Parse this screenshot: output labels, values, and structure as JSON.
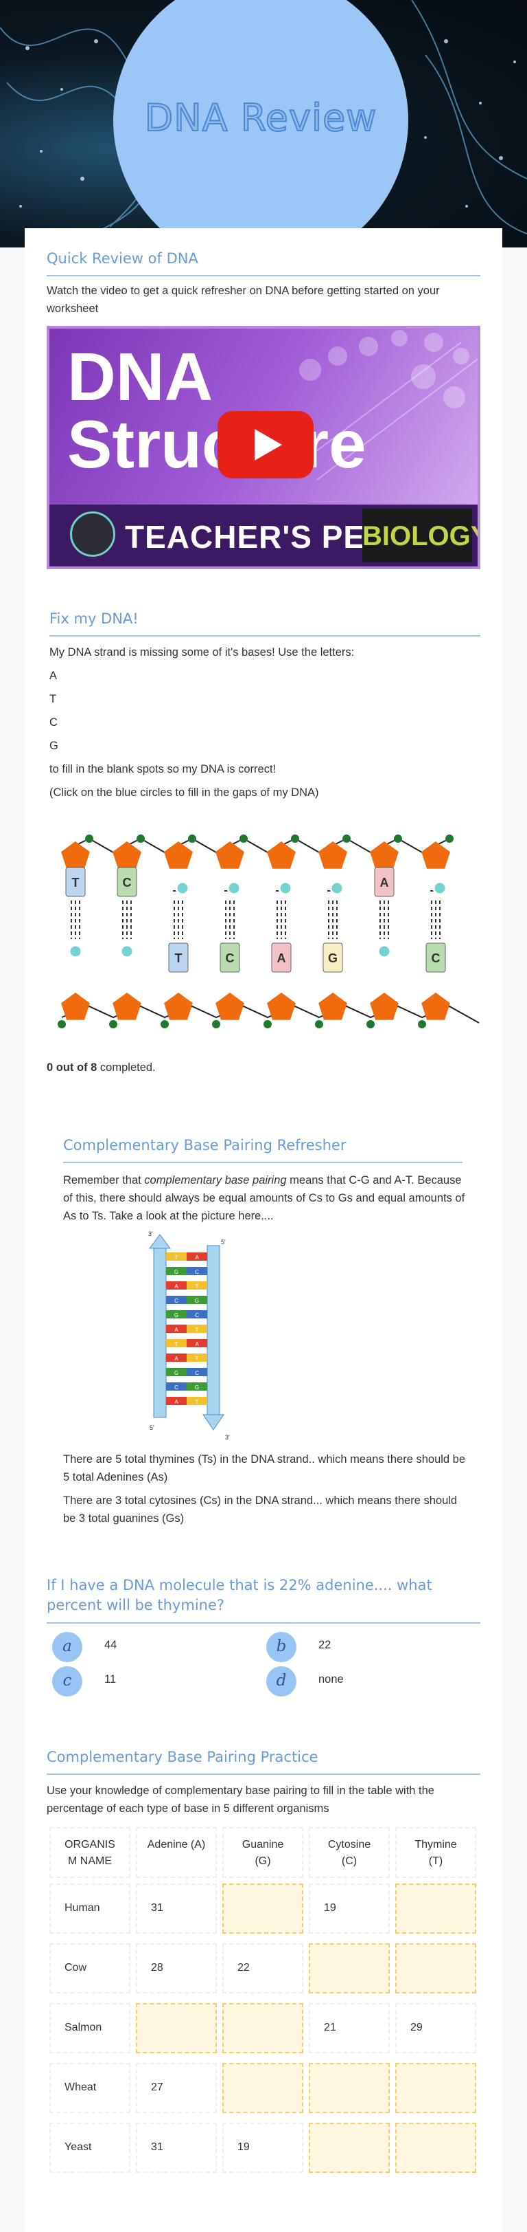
{
  "hero": {
    "title": "DNA Review"
  },
  "quick_review": {
    "title": "Quick Review of DNA",
    "instructions": "Watch the video to get a quick refresher on DNA before getting started on your worksheet",
    "video": {
      "line1": "DNA",
      "line2": "Structure",
      "channel": "TEACHER'S PET",
      "subject": "BIOLOGY"
    }
  },
  "fix_dna": {
    "title": "Fix my DNA!",
    "intro": "My DNA strand is missing some of it's bases! Use the letters:",
    "letters": [
      "A",
      "T",
      "C",
      "G"
    ],
    "outro1": "to fill in the blank spots so my DNA is correct!",
    "outro2": "(Click on the blue circles to fill in the gaps of my DNA)",
    "top_bases": [
      "T",
      "C",
      "",
      "",
      "",
      "",
      "A",
      ""
    ],
    "bottom_bases": [
      "",
      "",
      "T",
      "C",
      "A",
      "G",
      "",
      "C"
    ],
    "colors": {
      "sugar": "#f06b0d",
      "node": "#1f7a2d",
      "T": "#bcd6f1",
      "C": "#b9dcae",
      "A": "#f3c2c6",
      "G": "#f8f0c4",
      "slot": "#74d3d2"
    },
    "progress_count": "0 out of 8",
    "progress_suffix": " completed."
  },
  "refresher": {
    "title": "Complementary Base Pairing Refresher",
    "p1_pre": "Remember that ",
    "p1_em": "complementary base pairing",
    "p1_post": " means that C-G and A-T. Because of this, there should always be equal amounts of Cs to Gs and equal amounts of As to Ts. Take a look at the picture here....",
    "p2": "There are 5 total thymines (Ts) in the DNA strand.. which means there should be 5 total Adenines (As)",
    "p3": "There are 3 total cytosines (Cs) in the DNA strand... which means there should be 3 total guanines (Gs)",
    "ladder_pairs": [
      "T",
      "G",
      "A",
      "C",
      "G",
      "A",
      "T",
      "A",
      "G",
      "C",
      "A"
    ],
    "ladder_colors": {
      "A": "#e23c2f",
      "T": "#f2c12c",
      "G": "#3d9b35",
      "C": "#3c6ec4"
    },
    "end_labels": {
      "top_left": "3'",
      "top_right": "5'",
      "bottom_left": "5'",
      "bottom_right": "3'"
    }
  },
  "question": {
    "title": "If I have a DNA molecule that is 22% adenine.... what percent will be thymine?",
    "choices": [
      {
        "badge": "a",
        "label": "44"
      },
      {
        "badge": "b",
        "label": "22"
      },
      {
        "badge": "c",
        "label": "11"
      },
      {
        "badge": "d",
        "label": "none"
      }
    ]
  },
  "practice": {
    "title": "Complementary Base Pairing Practice",
    "instructions": "Use your knowledge of complementary base pairing to fill in the table with the percentage of each type of base in 5 different organisms",
    "headers": [
      "ORGANIS M NAME",
      "Adenine (A)",
      "Guanine (G)",
      "Cytosine (C)",
      "Thymine (T)"
    ],
    "rows": [
      [
        "Human",
        "31",
        "",
        "19",
        ""
      ],
      [
        "Cow",
        "28",
        "22",
        "",
        ""
      ],
      [
        "Salmon",
        "",
        "",
        "21",
        "29"
      ],
      [
        "Wheat",
        "27",
        "",
        "",
        ""
      ],
      [
        "Yeast",
        "31",
        "19",
        "",
        ""
      ]
    ]
  }
}
